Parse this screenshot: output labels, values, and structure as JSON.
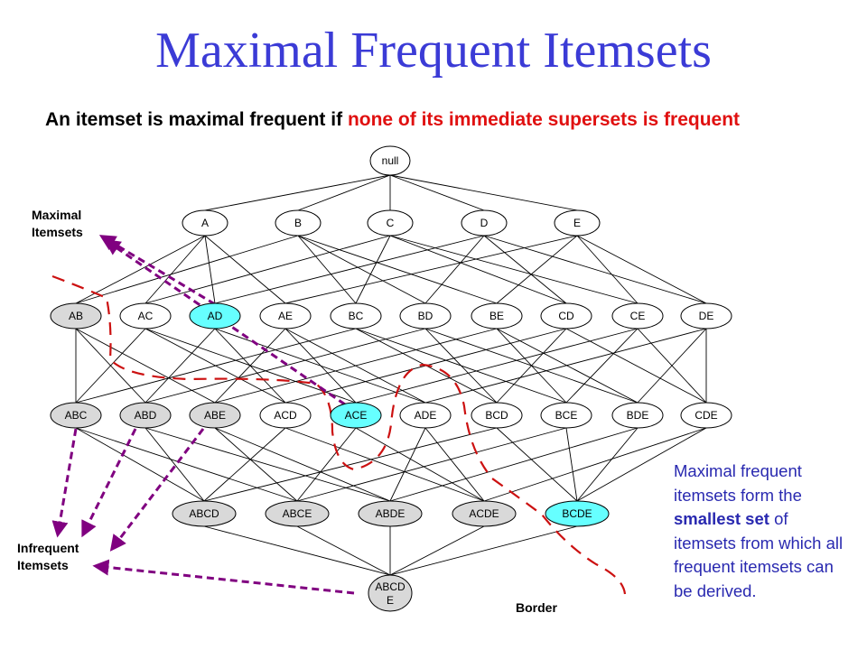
{
  "title": "Maximal Frequent Itemsets",
  "definition": {
    "prefix": "An itemset is maximal frequent if ",
    "highlight": "none of its immediate supersets is frequent"
  },
  "labels": {
    "maximal_line1": "Maximal",
    "maximal_line2": "Itemsets",
    "infrequent_line1": "Infrequent",
    "infrequent_line2": "Itemsets",
    "border": "Border"
  },
  "note": {
    "part1": "Maximal frequent itemsets form the ",
    "bold": "smallest set",
    "part2": " of itemsets from which all frequent itemsets can be derived."
  },
  "colors": {
    "title": "#3b3bd6",
    "highlight": "#e01010",
    "note": "#2929b0",
    "maximal_node": "#66ffff",
    "infrequent_node": "#d9d9d9",
    "frequent_node": "#ffffff",
    "border_line": "#cc1111",
    "pointer_arrows": "#800080"
  },
  "lattice": {
    "levels": [
      [
        "null"
      ],
      [
        "A",
        "B",
        "C",
        "D",
        "E"
      ],
      [
        "AB",
        "AC",
        "AD",
        "AE",
        "BC",
        "BD",
        "BE",
        "CD",
        "CE",
        "DE"
      ],
      [
        "ABC",
        "ABD",
        "ABE",
        "ACD",
        "ACE",
        "ADE",
        "BCD",
        "BCE",
        "BDE",
        "CDE"
      ],
      [
        "ABCD",
        "ABCE",
        "ABDE",
        "ACDE",
        "BCDE"
      ],
      [
        "ABCDE"
      ]
    ],
    "root_label": "null",
    "bottom_label_line1": "ABCD",
    "bottom_label_line2": "E",
    "maximal_frequent": [
      "AD",
      "ACE",
      "BCDE"
    ],
    "infrequent": [
      "AB",
      "ABC",
      "ABD",
      "ABE",
      "ABCD",
      "ABCE",
      "ABDE",
      "ACDE",
      "ABCDE"
    ]
  }
}
